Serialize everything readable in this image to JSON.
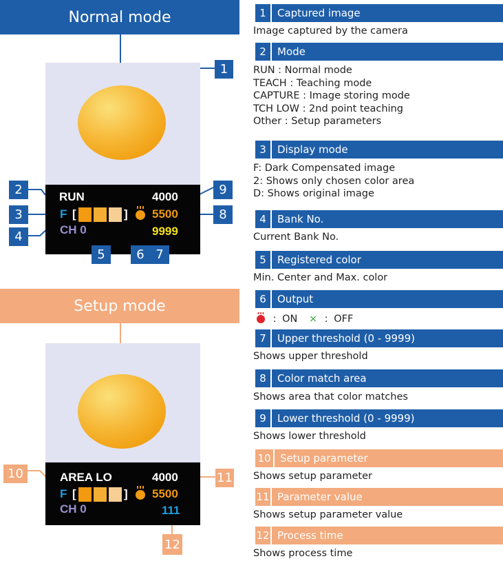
{
  "normal_banner": "Normal mode",
  "setup_banner": "Setup mode",
  "screen1": {
    "mode": "RUN",
    "lower_threshold": "4000",
    "display_mode": "F",
    "bracket_open": "[",
    "bracket_close": "]",
    "match_area": "5500",
    "bank": "CH 0",
    "upper_threshold": "9999"
  },
  "screen2": {
    "mode": "AREA LO",
    "value": "4000",
    "display_mode": "F",
    "bracket_open": "[",
    "bracket_close": "]",
    "match_area": "5500",
    "bank": "CH 0",
    "process_time": "111"
  },
  "callouts": [
    "1",
    "2",
    "3",
    "4",
    "5",
    "6",
    "7",
    "8",
    "9",
    "10",
    "11",
    "12"
  ],
  "legend": [
    {
      "num": "1",
      "title": "Captured image",
      "desc": [
        "Image captured by the camera"
      ]
    },
    {
      "num": "2",
      "title": "Mode",
      "desc": [
        "RUN : Normal mode",
        "TEACH : Teaching mode",
        "CAPTURE : Image storing mode",
        "TCH LOW : 2nd point teaching",
        "Other : Setup parameters"
      ]
    },
    {
      "num": "3",
      "title": "Display mode",
      "desc": [
        "F: Dark Compensated image",
        "2: Shows only chosen color area",
        "D: Shows original image"
      ]
    },
    {
      "num": "4",
      "title": "Bank No.",
      "desc": [
        "Current Bank No."
      ]
    },
    {
      "num": "5",
      "title": "Registered color",
      "desc": [
        "Min. Center and Max. color"
      ]
    },
    {
      "num": "6",
      "title": "Output",
      "desc": []
    },
    {
      "num": "7",
      "title": "Upper threshold (0 - 9999)",
      "desc": [
        "Shows upper threshold"
      ]
    },
    {
      "num": "8",
      "title": "Color match area",
      "desc": [
        "Shows area that color matches"
      ]
    },
    {
      "num": "9",
      "title": "Lower threshold (0 - 9999)",
      "desc": [
        "Shows lower threshold"
      ]
    },
    {
      "num": "10",
      "title": "Setup parameter",
      "desc": [
        "Shows setup parameter"
      ]
    },
    {
      "num": "11",
      "title": "Parameter value",
      "desc": [
        "Shows setup parameter value"
      ]
    },
    {
      "num": "12",
      "title": "Process time",
      "desc": [
        "Shows process time"
      ]
    }
  ],
  "output_legend": {
    "on_sep": ":",
    "on": "ON",
    "off_icon": "×",
    "off_sep": ":",
    "off": "OFF"
  },
  "colors": {
    "blue": "#1e5ea8",
    "salmon": "#f3aa7c",
    "panel": "#e1e3f2",
    "orange": "#f29a10",
    "yellow": "#f5e21a",
    "cyan": "#1f9fe3",
    "purple": "#9b8ed0"
  }
}
